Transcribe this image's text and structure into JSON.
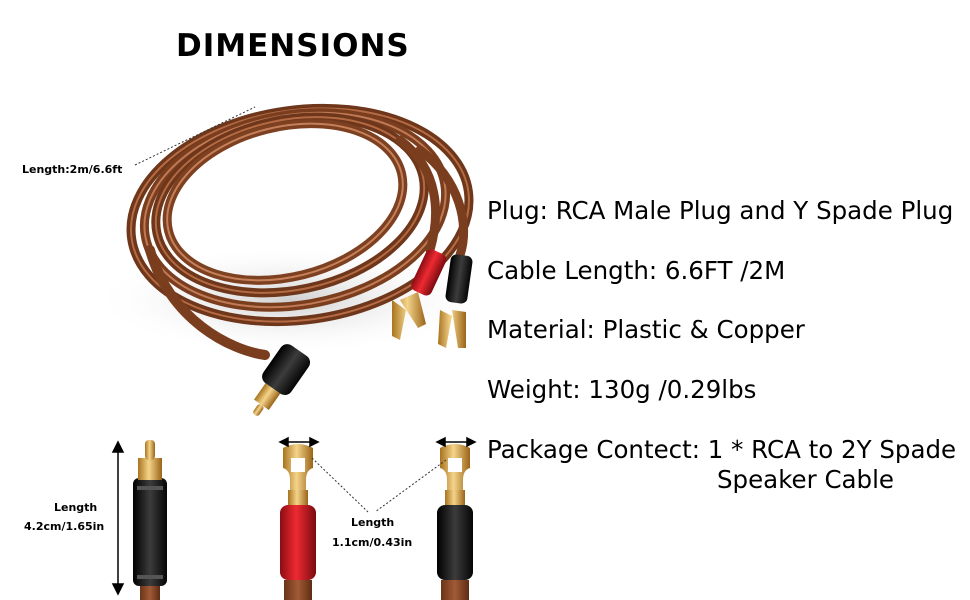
{
  "heading": "DIMENSIONS",
  "cable_length_label": "Length:2m/6.6ft",
  "rca_length": {
    "label": "Length",
    "value": "4.2cm/1.65in"
  },
  "spade_length": {
    "label": "Length",
    "value": "1.1cm/0.43in"
  },
  "specs": {
    "plug": "Plug: RCA Male Plug and Y Spade Plug",
    "cable_length": "Cable Length: 6.6FT /2M",
    "material": "Material: Plastic & Copper",
    "weight": "Weight: 130g /0.29lbs",
    "package_line1": "Package Contect: 1 * RCA to 2Y Spade",
    "package_line2": "Speaker Cable"
  },
  "colors": {
    "cable": "#8b4a2b",
    "cable_highlight": "#c07a55",
    "red_boot": "#d4141e",
    "black_boot": "#1a1a1a",
    "gold": "#d9a441"
  }
}
